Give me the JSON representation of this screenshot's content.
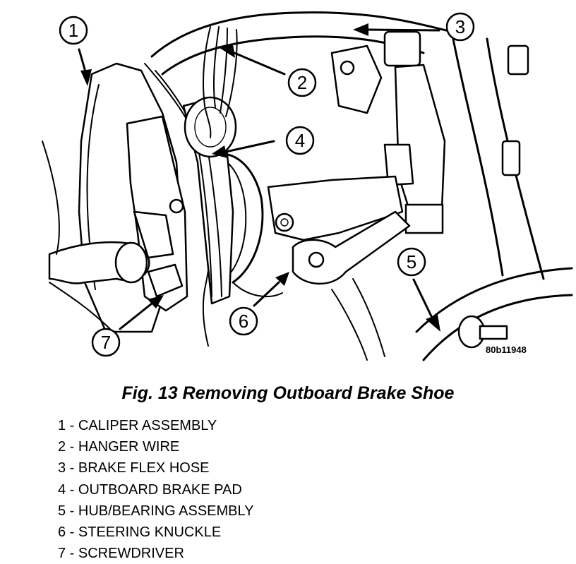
{
  "figure": {
    "reference_code": "80b11948",
    "callouts": [
      "1",
      "2",
      "3",
      "4",
      "5",
      "6",
      "7"
    ]
  },
  "caption": "Fig. 13 Removing Outboard Brake Shoe",
  "legend": [
    "1 - CALIPER ASSEMBLY",
    "2 - HANGER WIRE",
    "3 - BRAKE FLEX HOSE",
    "4 - OUTBOARD BRAKE PAD",
    "5 - HUB/BEARING ASSEMBLY",
    "6 - STEERING KNUCKLE",
    "7 - SCREWDRIVER"
  ]
}
